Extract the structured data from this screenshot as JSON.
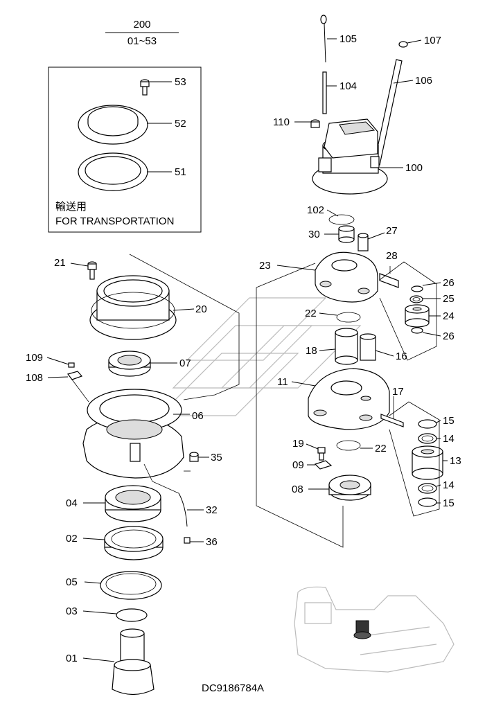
{
  "header": {
    "group_number": "200",
    "range": "01~53"
  },
  "transport_box": {
    "title_jp": "輸送用",
    "title_en": "FOR TRANSPORTATION"
  },
  "drawing_code": "DC9186784A",
  "callouts": {
    "c53": "53",
    "c52": "52",
    "c51": "51",
    "c105": "105",
    "c107": "107",
    "c104": "104",
    "c106": "106",
    "c110": "110",
    "c100": "100",
    "c102": "102",
    "c30": "30",
    "c27": "27",
    "c28": "28",
    "c23": "23",
    "c26a": "26",
    "c25": "25",
    "c24": "24",
    "c26b": "26",
    "c22a": "22",
    "c18": "18",
    "c16": "16",
    "c11": "11",
    "c17": "17",
    "c15a": "15",
    "c14a": "14",
    "c13": "13",
    "c14b": "14",
    "c15b": "15",
    "c19": "19",
    "c22b": "22",
    "c09": "09",
    "c08": "08",
    "c21": "21",
    "c20": "20",
    "c109": "109",
    "c108": "108",
    "c07": "07",
    "c06": "06",
    "c35": "35",
    "c04": "04",
    "c32": "32",
    "c02": "02",
    "c36": "36",
    "c05": "05",
    "c03": "03",
    "c01": "01"
  }
}
